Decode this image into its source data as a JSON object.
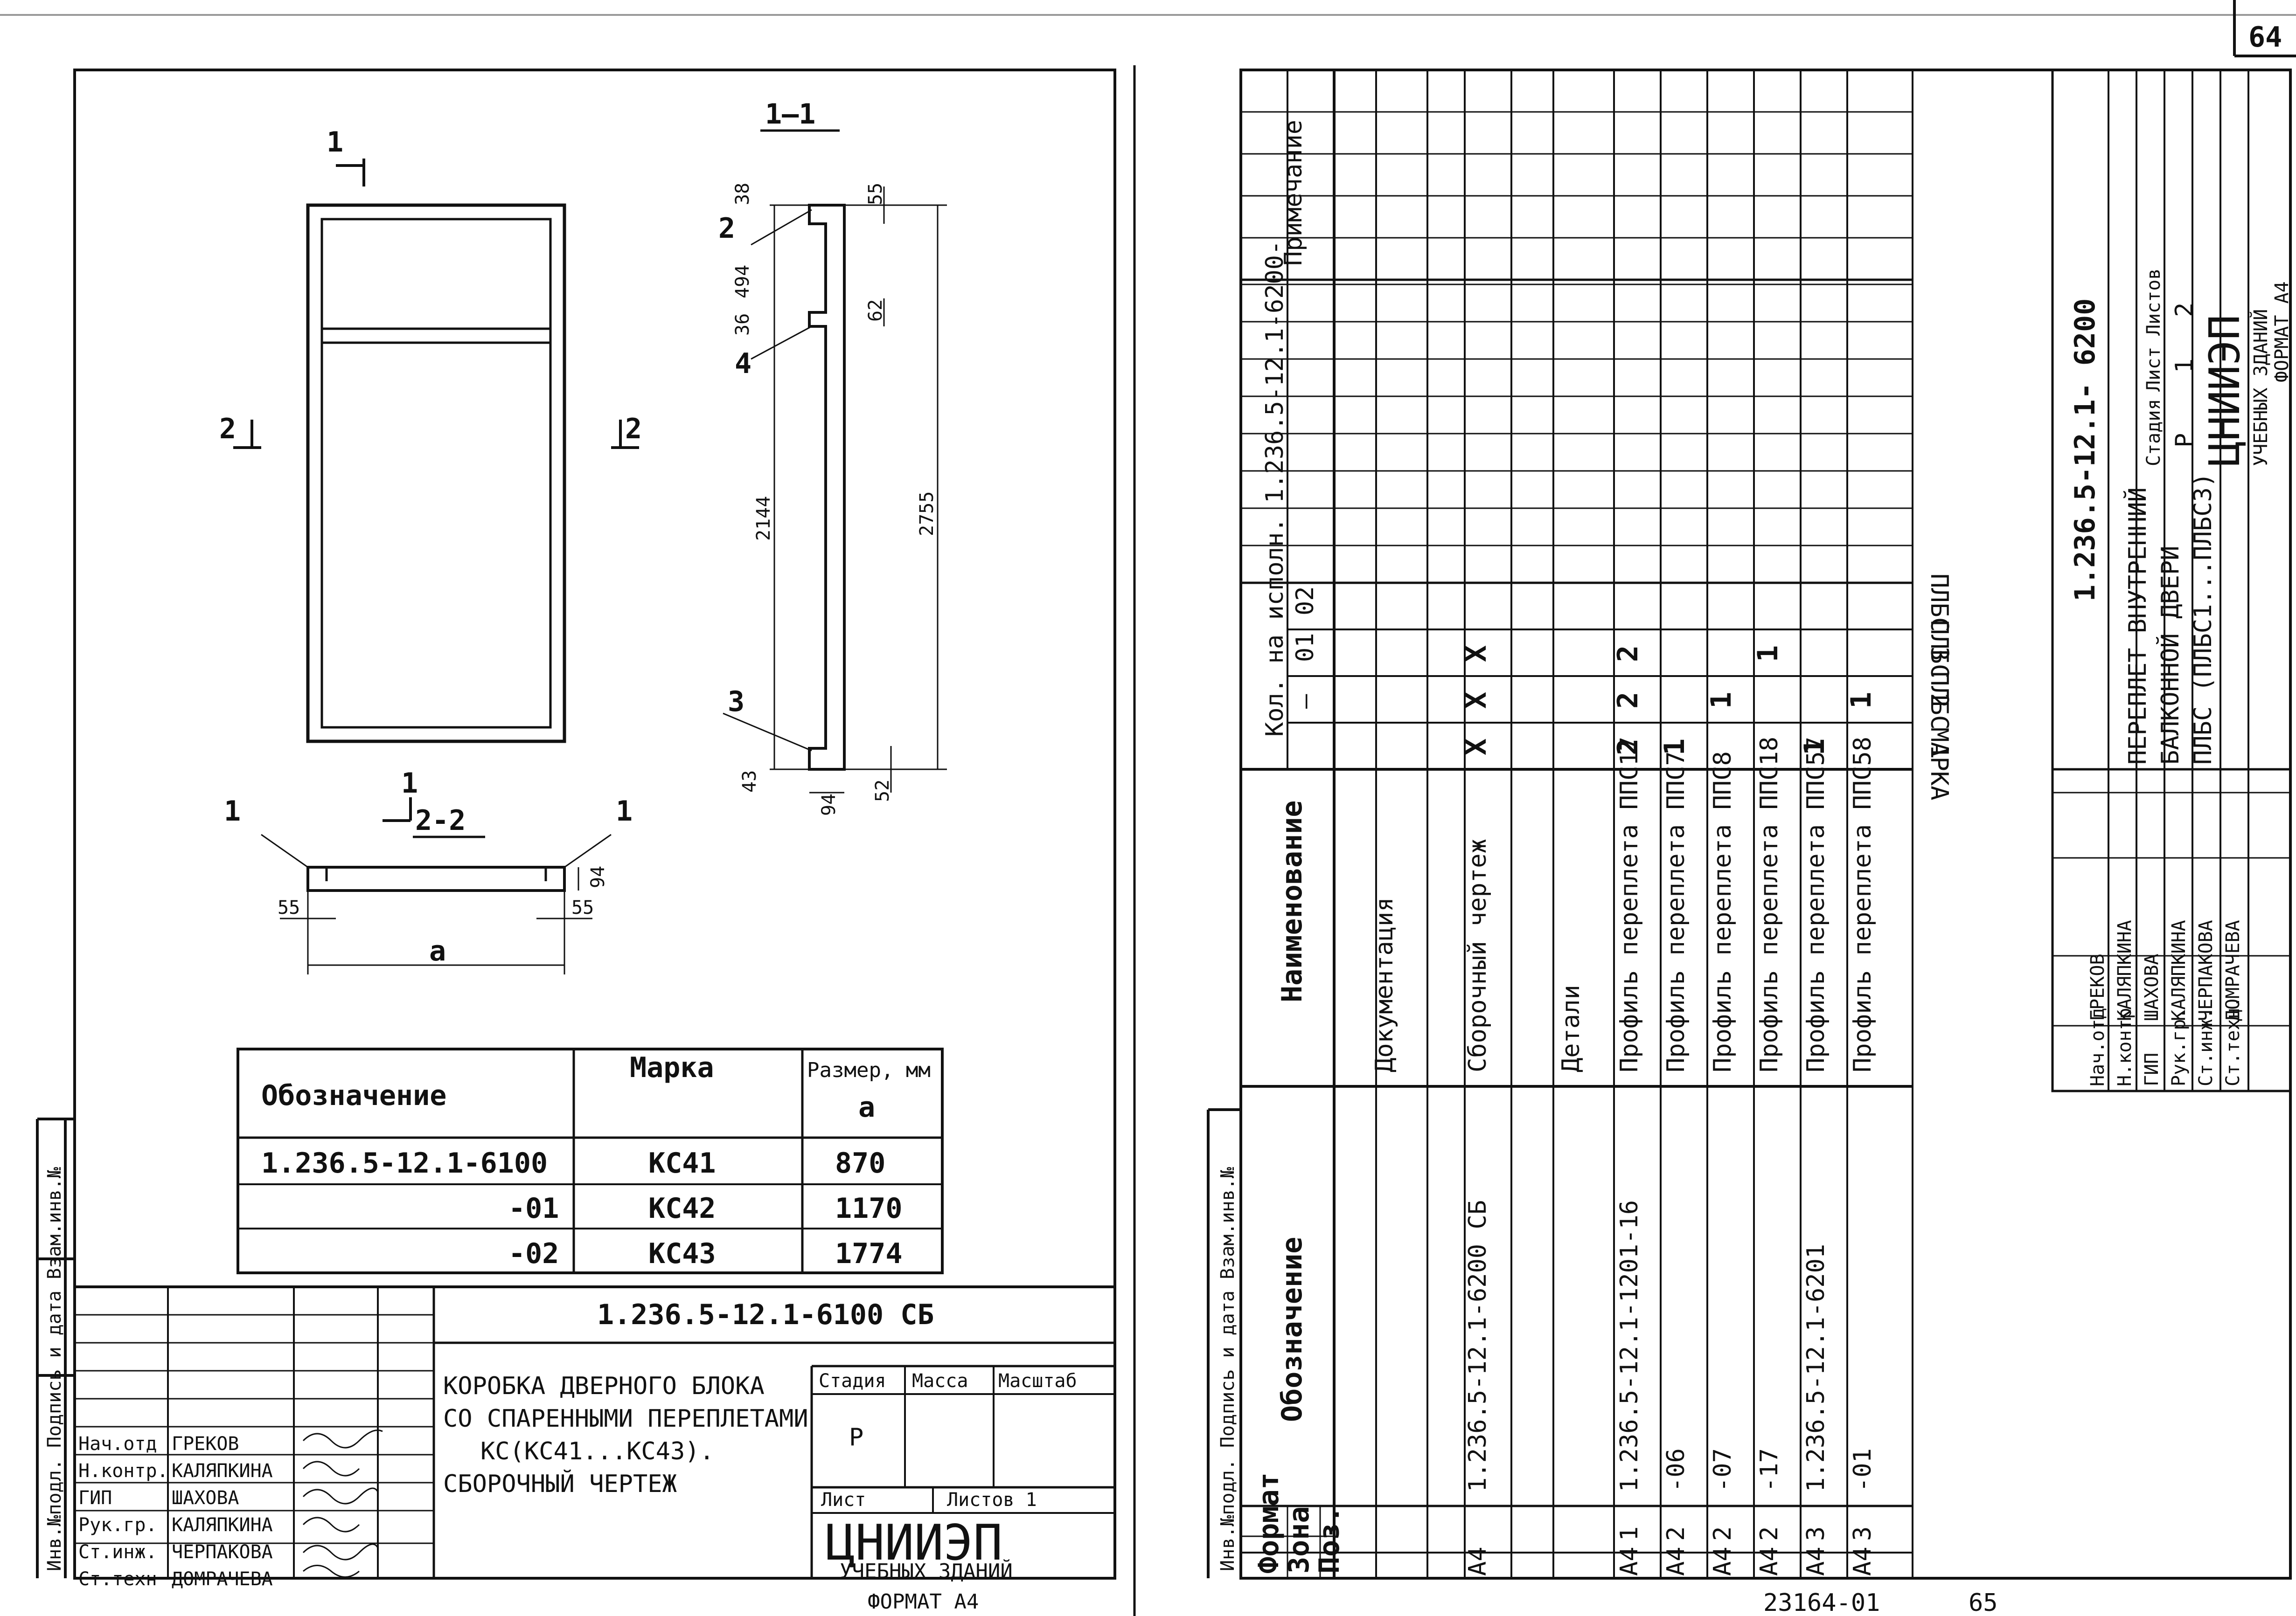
{
  "sheet_no": "64",
  "footer": {
    "archive_no": "23164-01",
    "page_no": "65"
  },
  "left": {
    "section_label": "1—1",
    "cut_label": "2-2",
    "callouts": {
      "c1": "1",
      "c2": "2",
      "c3": "3",
      "c4": "4"
    },
    "dims": {
      "d38": "38",
      "d55": "55",
      "d494": "494",
      "d36": "36",
      "d62": "62",
      "d2144": "2144",
      "d2755": "2755",
      "d43": "43",
      "d94": "94",
      "d52": "52",
      "d94b": "94",
      "d55l": "55",
      "d55r": "55",
      "a": "a"
    },
    "marks_table": {
      "headers": {
        "designation": "Обозначение",
        "mark": "Марка",
        "size": "Размер, мм",
        "size_sub": "a"
      },
      "rows": [
        {
          "designation": "1.236.5-12.1-6100",
          "mark": "КС41",
          "size": "870"
        },
        {
          "designation": "-01",
          "mark": "КС42",
          "size": "1170"
        },
        {
          "designation": "-02",
          "mark": "КС43",
          "size": "1774"
        }
      ]
    },
    "title_block": {
      "code": "1.236.5-12.1-6100 СБ",
      "title_lines": [
        "КОРОБКА ДВЕРНОГО БЛОКА",
        "СО СПАРЕННЫМИ ПЕРЕПЛЕТАМИ",
        "КС(КС41...КС43).",
        "СБОРОЧНЫЙ  ЧЕРТЕЖ"
      ],
      "stage_label": "Стадия",
      "mass_label": "Масса",
      "scale_label": "Масштаб",
      "stage_value": "Р",
      "sheet_label": "Лист",
      "sheets_label": "Листов 1",
      "org": "ЦНИИЭП",
      "org_sub": "УЧЕБНЫХ ЗДАНИЙ",
      "format": "ФОРМАТ А4",
      "people": [
        {
          "role": "Нач.отд",
          "name": "ГРЕКОВ"
        },
        {
          "role": "Н.контр.",
          "name": "КАЛЯПКИНА"
        },
        {
          "role": "ГИП",
          "name": "ШАХОВА"
        },
        {
          "role": "Рук.гр.",
          "name": "КАЛЯПКИНА"
        },
        {
          "role": "Ст.инж.",
          "name": "ЧЕРПАКОВА"
        },
        {
          "role": "Ст.техн",
          "name": "ДОМРАЧЕВА"
        }
      ]
    },
    "side_stamp": "Инв.№подл. Подпись и дата Взам.инв.№"
  },
  "right": {
    "headers": {
      "format": "Формат",
      "zone": "Зона",
      "pos": "Поз.",
      "designation": "Обозначение",
      "name": "Наименование",
      "qty": "Кол. на исполн. 1.236.5-12.1-6200-",
      "note": "Примечание",
      "q1": "—",
      "q2": "01",
      "q3": "02"
    },
    "side_stamp": "Инв.№подл. Подпись и дата Взам.инв.№",
    "rows": [
      {
        "format": "",
        "pos": "",
        "designation": "",
        "name": "Документация",
        "q1": "",
        "q2": "",
        "q3": ""
      },
      {
        "format": "А4",
        "pos": "",
        "designation": "1.236.5-12.1-6200 СБ",
        "name": "Сборочный чертеж",
        "q1": "X",
        "q2": "X",
        "q3": "X"
      },
      {
        "format": "",
        "pos": "",
        "designation": "",
        "name": "Детали",
        "q1": "",
        "q2": "",
        "q3": ""
      },
      {
        "format": "А4",
        "pos": "1",
        "designation": "1.236.5-12.1-1201-16",
        "name": "Профиль переплета ППС17",
        "q1": "2",
        "q2": "2",
        "q3": "2"
      },
      {
        "format": "А4",
        "pos": "2",
        "designation": "-06",
        "name": "Профиль переплета ППС7",
        "q1": "1",
        "q2": "",
        "q3": ""
      },
      {
        "format": "А4",
        "pos": "2",
        "designation": "-07",
        "name": "Профиль переплета ППС8",
        "q1": "",
        "q2": "1",
        "q3": ""
      },
      {
        "format": "А4",
        "pos": "2",
        "designation": "-17",
        "name": "Профиль переплета ППС18",
        "q1": "",
        "q2": "",
        "q3": "1"
      },
      {
        "format": "А4",
        "pos": "3",
        "designation": "1.236.5-12.1-6201",
        "name": "Профиль переплета ППС57",
        "q1": "1",
        "q2": "",
        "q3": ""
      },
      {
        "format": "А4",
        "pos": "3",
        "designation": "-01",
        "name": "Профиль переплета ППС58",
        "q1": "",
        "q2": "1",
        "q3": ""
      }
    ],
    "mark_row": {
      "label": "МАРКА",
      "m1": "ПЛБС 1",
      "m2": "ПЛБС 2",
      "m3": "ПЛБС 3"
    },
    "title_block": {
      "code": "1.236.5-12.1- 6200",
      "title_lines": [
        "ПЕРЕПЛЕТ ВНУТРЕННИЙ",
        "БАЛКОННОЙ ДВЕРИ",
        "ПЛБС (ПЛБС1...ПЛБС3)"
      ],
      "stage_label": "Стадия",
      "sheet_label": "Лист",
      "sheets_label": "Листов",
      "stage_value": "Р",
      "sheet_value": "1",
      "sheets_value": "2",
      "org": "ЦНИИЭП",
      "org_sub": "УЧЕБНЫХ ЗДАНИЙ",
      "format": "ФОРМАТ А4",
      "people": [
        {
          "role": "Нач.отд",
          "name": "ГРЕКОВ"
        },
        {
          "role": "Н.контр",
          "name": "КАЛЯПКИНА"
        },
        {
          "role": "ГИП",
          "name": "ШАХОВА"
        },
        {
          "role": "Рук.гр.",
          "name": "КАЛЯПКИНА"
        },
        {
          "role": "Ст.инж.",
          "name": "ЧЕРПАКОВА"
        },
        {
          "role": "Ст.техн.",
          "name": "ДОМРАЧЕВА"
        }
      ]
    }
  }
}
